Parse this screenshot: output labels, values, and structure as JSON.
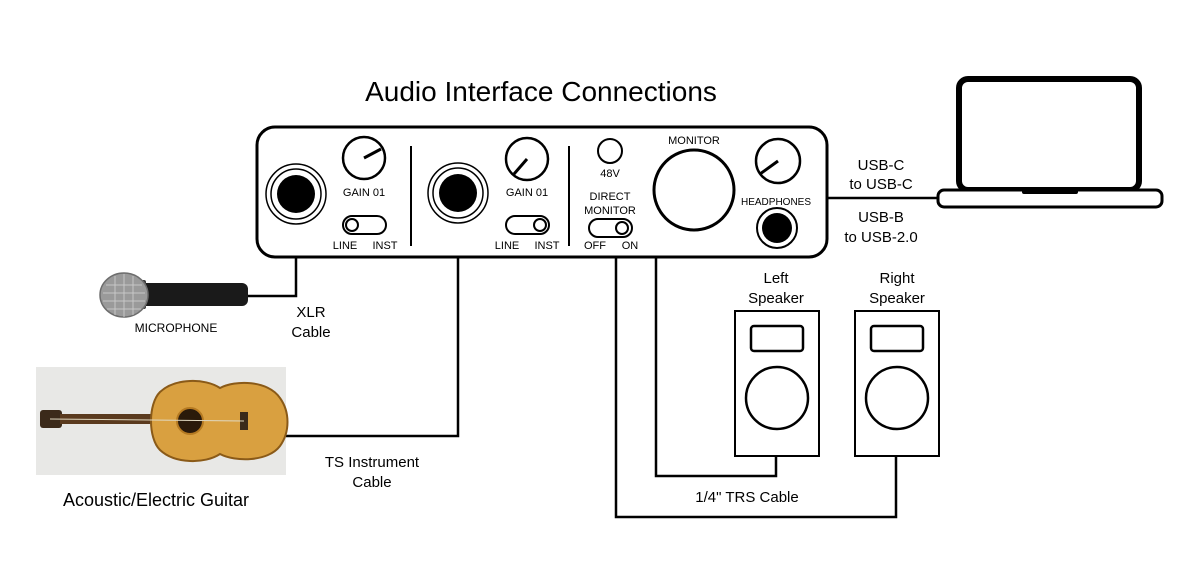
{
  "title": "Audio Interface Connections",
  "interface": {
    "channel1": {
      "gain_label": "GAIN 01",
      "line_label": "LINE",
      "inst_label": "INST"
    },
    "channel2": {
      "gain_label": "GAIN 01",
      "line_label": "LINE",
      "inst_label": "INST"
    },
    "phantom_label": "48V",
    "direct_monitor_label_1": "DIRECT",
    "direct_monitor_label_2": "MONITOR",
    "off_label": "OFF",
    "on_label": "ON",
    "monitor_label": "MONITOR",
    "headphones_label": "HEADPHONES"
  },
  "devices": {
    "microphone_label": "MICROPHONE",
    "guitar_label": "Acoustic/Electric Guitar",
    "left_speaker_line1": "Left",
    "left_speaker_line2": "Speaker",
    "right_speaker_line1": "Right",
    "right_speaker_line2": "Speaker"
  },
  "cables": {
    "xlr_line1": "XLR",
    "xlr_line2": "Cable",
    "ts_line1": "TS Instrument",
    "ts_line2": "Cable",
    "trs": "1/4\" TRS Cable",
    "usb_c_line1": "USB-C",
    "usb_c_line2": "to USB-C",
    "usb_b_line1": "USB-B",
    "usb_b_line2": "to USB-2.0"
  },
  "colors": {
    "guitar_body": "#d9a040",
    "guitar_body_dark": "#b57a22",
    "guitar_neck": "#5a3a1e",
    "guitar_backdrop": "#e8e8e6",
    "mic_grille": "#9a9a9a",
    "mic_handle": "#1a1a1a"
  }
}
